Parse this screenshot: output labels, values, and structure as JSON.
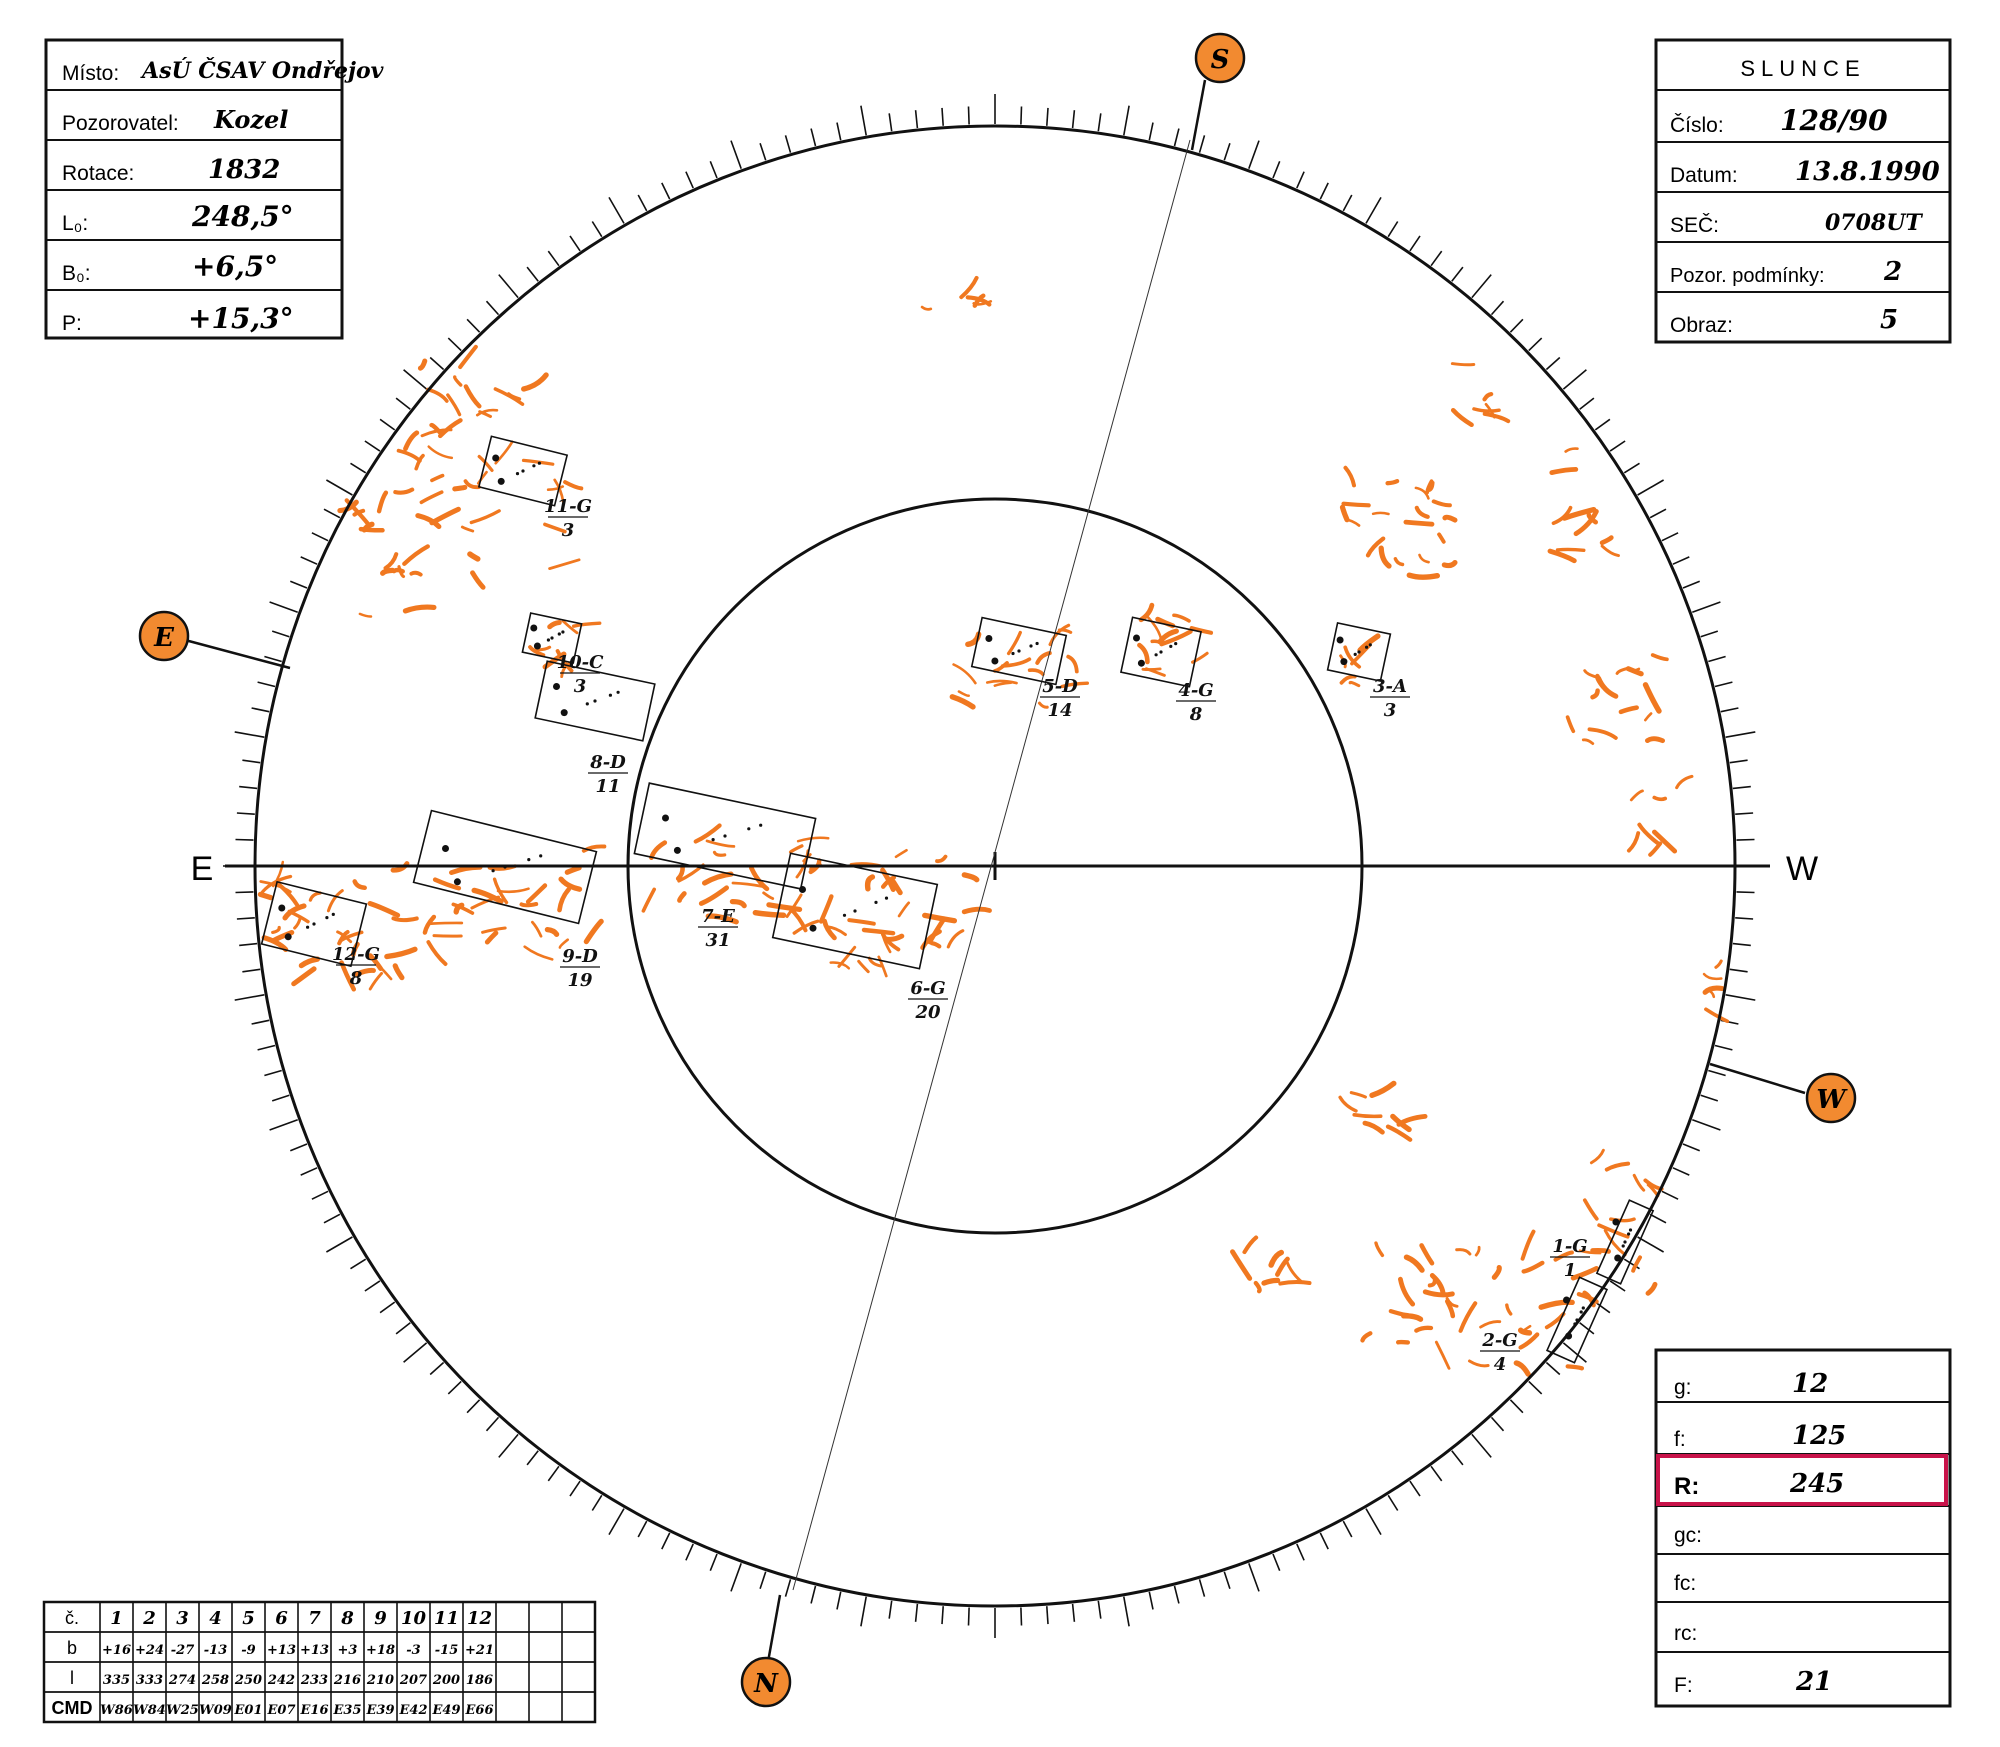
{
  "top_left_table": {
    "misto": {
      "label": "Místo:",
      "value": "AsÚ ČSAV Ondřejov"
    },
    "pozorovatel": {
      "label": "Pozorovatel:",
      "value": "Kozel"
    },
    "rotace": {
      "label": "Rotace:",
      "value": "1832"
    },
    "l0": {
      "label": "L₀:",
      "value": "248,5°"
    },
    "b0": {
      "label": "B₀:",
      "value": "+6,5°"
    },
    "p": {
      "label": "P:",
      "value": "+15,3°"
    }
  },
  "top_right_table": {
    "title": "SLUNCE",
    "cislo": {
      "label": "Číslo:",
      "value": "128/90"
    },
    "datum": {
      "label": "Datum:",
      "value": "13.8.1990"
    },
    "sec": {
      "label": "SEČ:",
      "value": "0708UT"
    },
    "podminky": {
      "label": "Pozor. podmínky:",
      "value": "2"
    },
    "obraz": {
      "label": "Obraz:",
      "value": "5"
    }
  },
  "directions": {
    "s": "S",
    "e": "E",
    "w": "W",
    "n": "N",
    "east_axis": "E",
    "west_axis": "W"
  },
  "groups": [
    {
      "name": "11-G",
      "count": "3"
    },
    {
      "name": "10-C",
      "count": "3"
    },
    {
      "name": "8-D",
      "count": "11"
    },
    {
      "name": "5-D",
      "count": "14"
    },
    {
      "name": "4-G",
      "count": "8"
    },
    {
      "name": "3-A",
      "count": "3"
    },
    {
      "name": "7-E",
      "count": "31"
    },
    {
      "name": "9-D",
      "count": "19"
    },
    {
      "name": "12-G",
      "count": "8"
    },
    {
      "name": "6-G",
      "count": "20"
    },
    {
      "name": "1-G",
      "count": "1"
    },
    {
      "name": "2-G",
      "count": "4"
    }
  ],
  "bottom_right_table": {
    "g": {
      "label": "g:",
      "value": "12"
    },
    "f": {
      "label": "f:",
      "value": "125"
    },
    "r": {
      "label": "R:",
      "value": "245"
    },
    "gc": {
      "label": "gc:",
      "value": ""
    },
    "fc": {
      "label": "fc:",
      "value": ""
    },
    "rc": {
      "label": "rc:",
      "value": ""
    },
    "F": {
      "label": "F:",
      "value": "21"
    },
    "highlight_color": "#c8134a"
  },
  "bottom_left_table": {
    "row_labels": [
      "č.",
      "b",
      "l",
      "CMD"
    ],
    "numbers": [
      "1",
      "2",
      "3",
      "4",
      "5",
      "6",
      "7",
      "8",
      "9",
      "10",
      "11",
      "12"
    ],
    "b": [
      "+16",
      "+24",
      "-27",
      "-13",
      "-9",
      "+13",
      "+13",
      "+3",
      "+18",
      "-3",
      "-15",
      "+21"
    ],
    "l": [
      "335",
      "333",
      "274",
      "258",
      "250",
      "242",
      "233",
      "216",
      "210",
      "207",
      "200",
      "186"
    ],
    "cmd": [
      "W86",
      "W84",
      "W25",
      "W09",
      "E01",
      "E07",
      "E16",
      "E35",
      "E39",
      "E42",
      "E49",
      "E66"
    ]
  },
  "colors": {
    "ink": "#111111",
    "facula": "#f07820",
    "disk_marker": "#e85a10"
  }
}
